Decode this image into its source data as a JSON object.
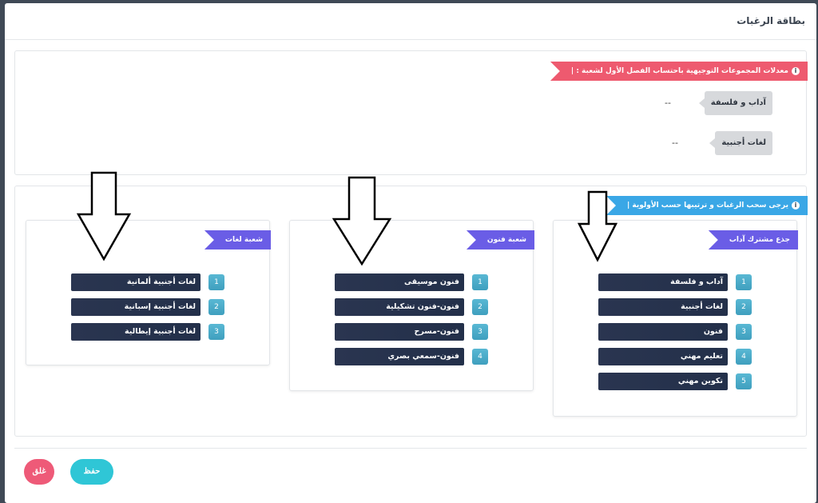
{
  "modal": {
    "title": "بطاقة الرغبات"
  },
  "averages": {
    "ribbon": "معدلات المجموعات التوجيهية باحتساب الفصل الأول لشعبة :",
    "rows": [
      {
        "label": "آداب و فلسفة",
        "value": "--"
      },
      {
        "label": "لغات أجنبية",
        "value": "--"
      }
    ]
  },
  "wishes": {
    "ribbon": "يرجى سحب الرغبات و ترتيبها حسب الأولوية",
    "columns": [
      {
        "title": "جذع مشترك آداب",
        "items": [
          {
            "num": "1",
            "label": "آداب و فلسفة"
          },
          {
            "num": "2",
            "label": "لغات أجنبية"
          },
          {
            "num": "3",
            "label": "فنون"
          },
          {
            "num": "4",
            "label": "تعليم مهني"
          },
          {
            "num": "5",
            "label": "تكوين مهني"
          }
        ]
      },
      {
        "title": "شعبة فنون",
        "items": [
          {
            "num": "1",
            "label": "فنون موسيقى"
          },
          {
            "num": "2",
            "label": "فنون-فنون تشكيلية"
          },
          {
            "num": "3",
            "label": "فنون-مسرح"
          },
          {
            "num": "4",
            "label": "فنون-سمعي بصري"
          }
        ]
      },
      {
        "title": "شعبة لغات",
        "items": [
          {
            "num": "1",
            "label": "لغات أجنبية ألمانية"
          },
          {
            "num": "2",
            "label": "لغات أجنبية إسبانية"
          },
          {
            "num": "3",
            "label": "لغات أجنبية إيطالية"
          }
        ]
      }
    ]
  },
  "footer": {
    "save_label": "حفظ",
    "close_label": "غلق"
  },
  "colors": {
    "accent_red": "#ee5a6f",
    "accent_blue": "#3aa7e6",
    "accent_purple": "#6a5de6",
    "save": "#2fc6d6",
    "close": "#ee5a78",
    "item_bar": "#2a3550",
    "num_badge": "#4aaac8"
  }
}
